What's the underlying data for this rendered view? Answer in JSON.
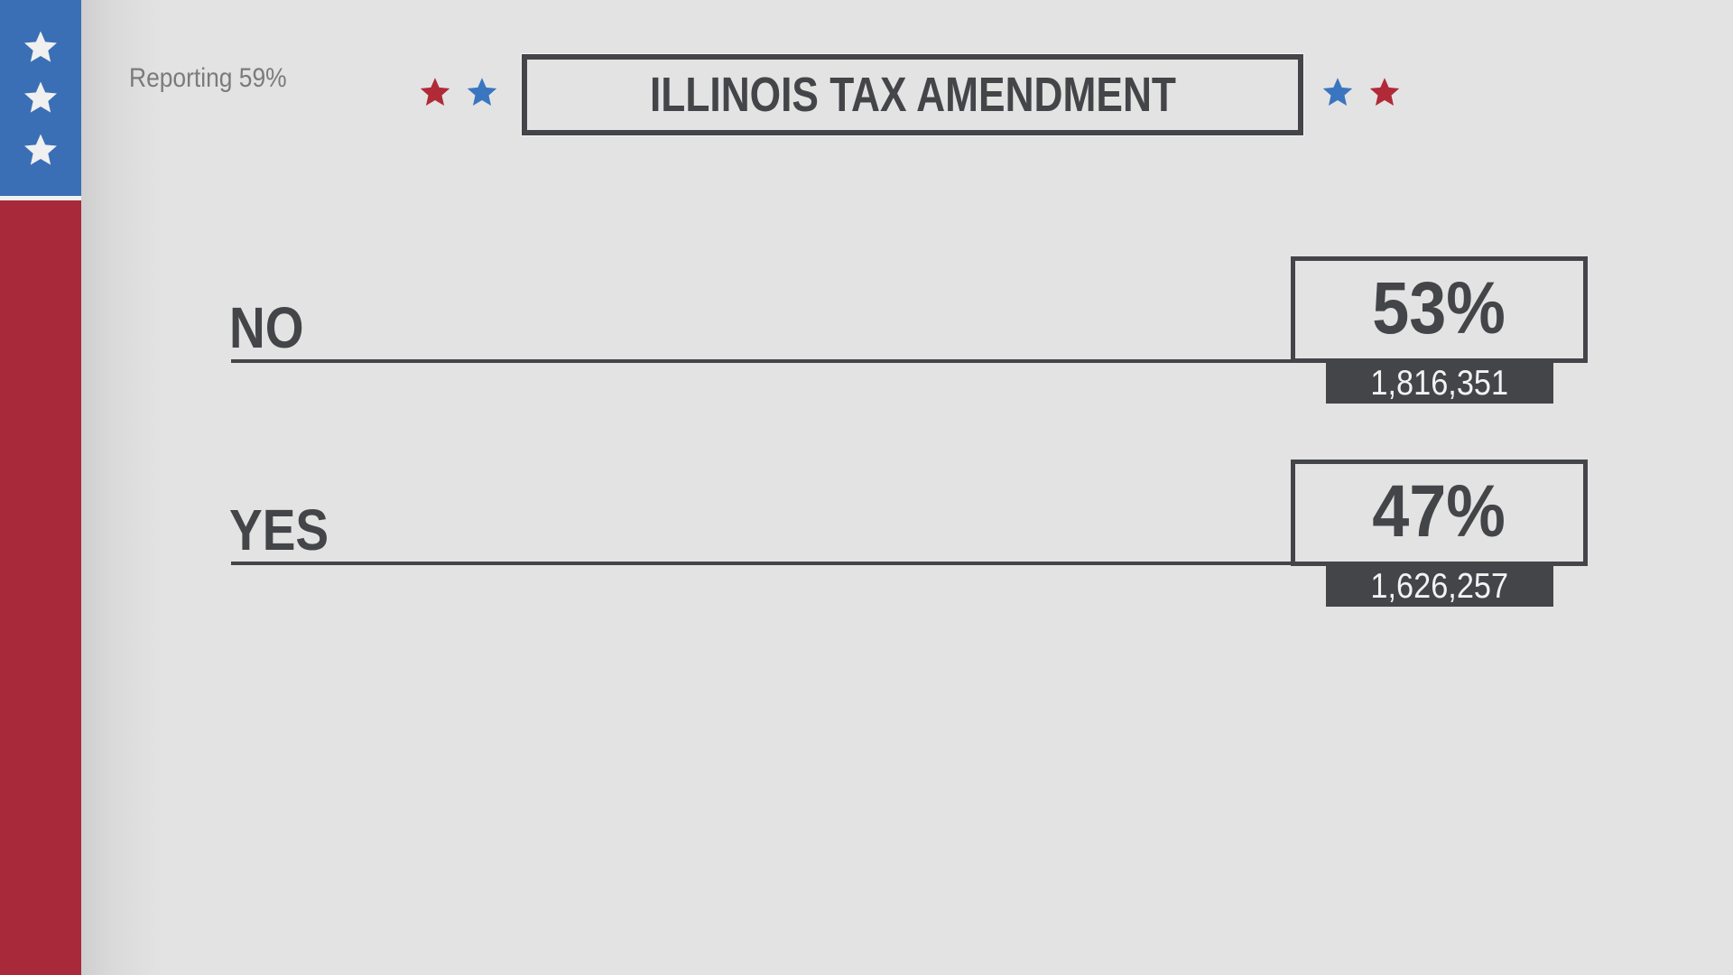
{
  "header": {
    "reporting": "Reporting 59%",
    "title": "ILLINOIS TAX AMENDMENT",
    "title_left_stars": [
      "red-star-icon",
      "blue-star-icon"
    ],
    "title_right_stars": [
      "blue-star-icon",
      "red-star-icon"
    ]
  },
  "flag_bar": {
    "stars": [
      "white-star-icon",
      "white-star-icon",
      "white-star-icon"
    ],
    "colors": {
      "blue": "#3a6fb5",
      "red": "#a82a3a",
      "star": "#f0f0f0"
    }
  },
  "results": [
    {
      "label": "NO",
      "percent": "53%",
      "votes": "1,816,351"
    },
    {
      "label": "YES",
      "percent": "47%",
      "votes": "1,626,257"
    }
  ],
  "colors": {
    "background": "#e3e3e3",
    "text_dark": "#444548",
    "star_red": "#b02a37",
    "star_blue": "#3a75c0"
  }
}
